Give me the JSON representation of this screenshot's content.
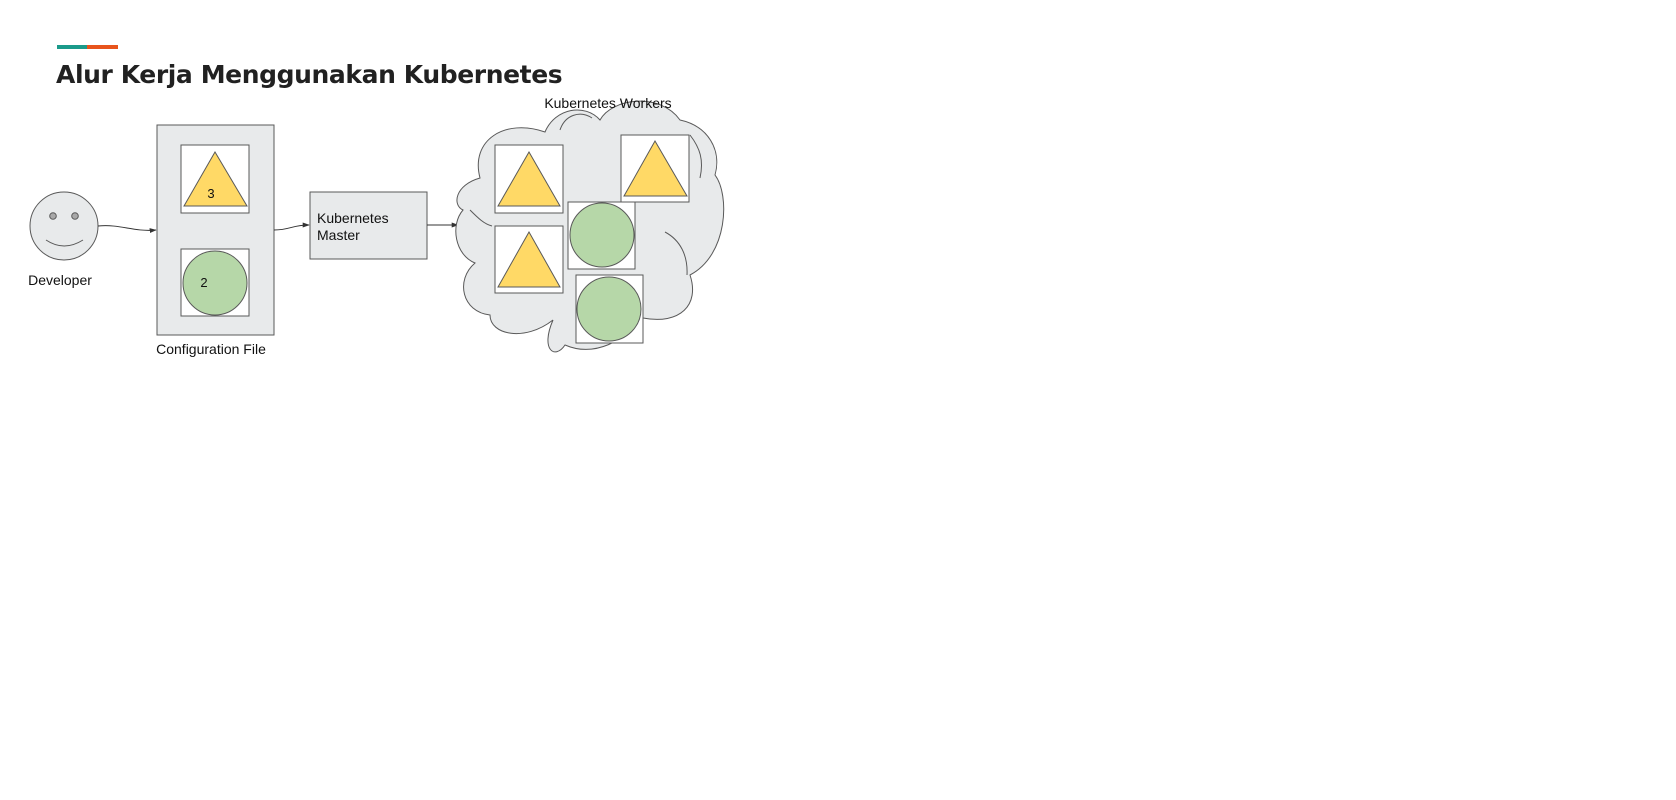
{
  "slide": {
    "title": "Alur Kerja Menggunakan Kubernetes",
    "accent_colors": [
      "#1a9a8a",
      "#e8541c"
    ]
  },
  "diagram": {
    "developer": {
      "label": "Developer"
    },
    "config_file": {
      "label": "Configuration File",
      "triangle_count": "3",
      "circle_count": "2"
    },
    "master": {
      "label_line1": "Kubernetes",
      "label_line2": "Master"
    },
    "workers": {
      "label": "Kubernetes Workers"
    },
    "colors": {
      "panel_fill": "#e8eaeb",
      "triangle_fill": "#ffd966",
      "circle_fill": "#b6d7a8",
      "stroke": "#595959"
    }
  }
}
